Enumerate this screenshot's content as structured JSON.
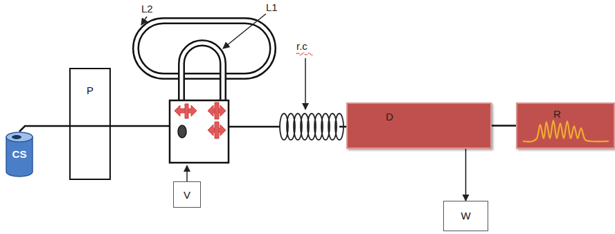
{
  "diagram": {
    "nodes": [
      {
        "text": [
          "CS"
        ]
      },
      {
        "text": [
          "P"
        ]
      },
      {
        "text": [
          "V"
        ]
      },
      {
        "text": [
          "D"
        ]
      },
      {
        "text": [
          "W"
        ]
      },
      {
        "text": [
          "R"
        ]
      }
    ],
    "edges": [
      {
        "from": 0,
        "to": 1,
        "arrow": "none"
      },
      {
        "from": 3,
        "to": 5,
        "arrow": "none"
      },
      {
        "from": 3,
        "to": 4,
        "arrow": "to"
      }
    ],
    "labels": [
      "L2",
      "L1",
      "r.c"
    ]
  }
}
